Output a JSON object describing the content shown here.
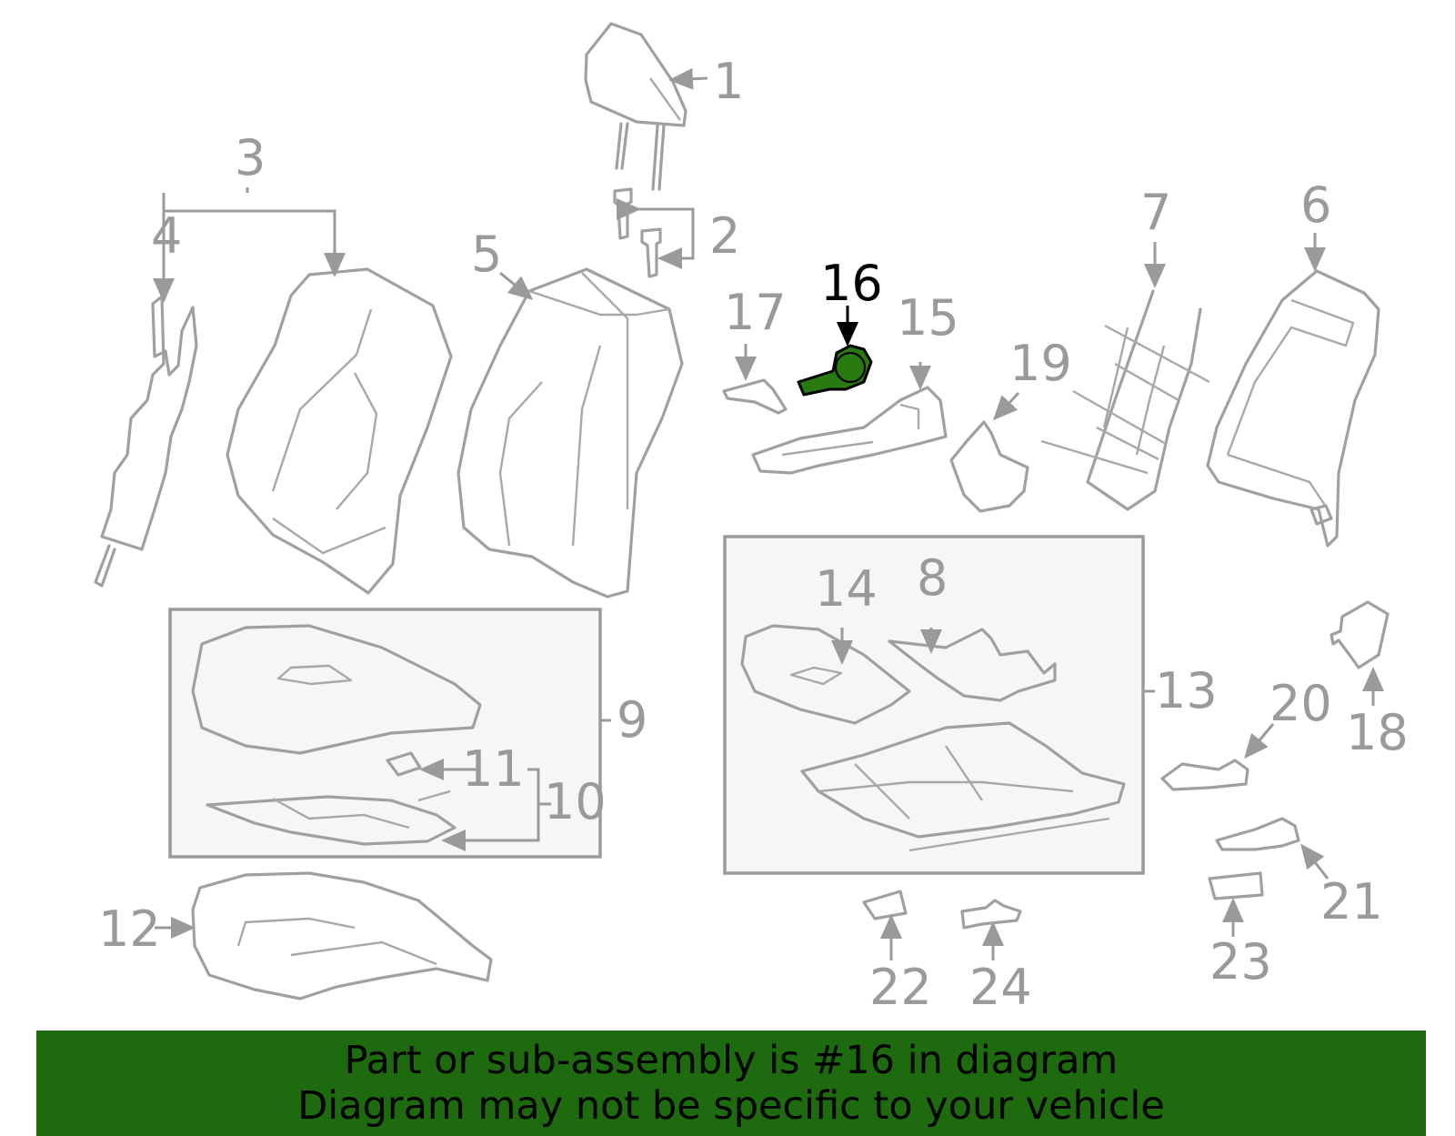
{
  "highlight_color": "#2a7a12",
  "banner_color": "#1e6b0f",
  "callouts": {
    "c1": "1",
    "c2": "2",
    "c3": "3",
    "c4": "4",
    "c5": "5",
    "c6": "6",
    "c7": "7",
    "c8": "8",
    "c9": "9",
    "c10": "10",
    "c11": "11",
    "c12": "12",
    "c13": "13",
    "c14": "14",
    "c15": "15",
    "c16": "16",
    "c17": "17",
    "c18": "18",
    "c19": "19",
    "c20": "20",
    "c21": "21",
    "c22": "22",
    "c23": "23",
    "c24": "24"
  },
  "banner": {
    "line1": "Part or sub-assembly is #16 in diagram",
    "line2": "Diagram may not be specific to your vehicle"
  }
}
